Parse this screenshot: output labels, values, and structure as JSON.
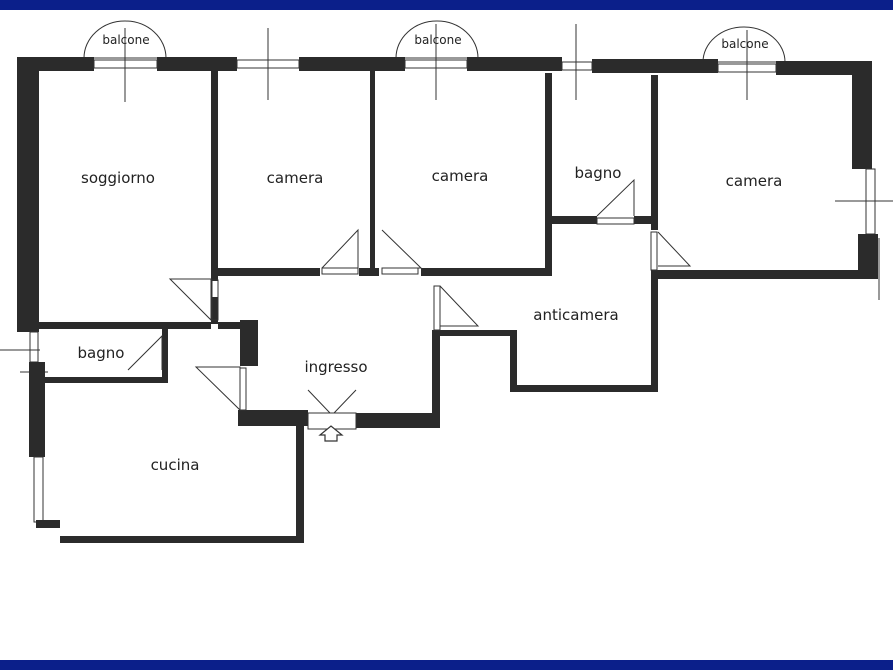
{
  "colors": {
    "frame": "#0b1f8a",
    "wall": "#2b2b2b"
  },
  "balconies": [
    {
      "id": "balcony-1",
      "label": "balcone"
    },
    {
      "id": "balcony-2",
      "label": "balcone"
    },
    {
      "id": "balcony-3",
      "label": "balcone"
    }
  ],
  "rooms": {
    "soggiorno": "soggiorno",
    "camera_1": "camera",
    "camera_2": "camera",
    "bagno_top": "bagno",
    "camera_3": "camera",
    "anticamera": "anticamera",
    "bagno_left": "bagno",
    "ingresso": "ingresso",
    "cucina": "cucina"
  },
  "icons": {
    "entrance": "entrance-arrow-icon"
  }
}
